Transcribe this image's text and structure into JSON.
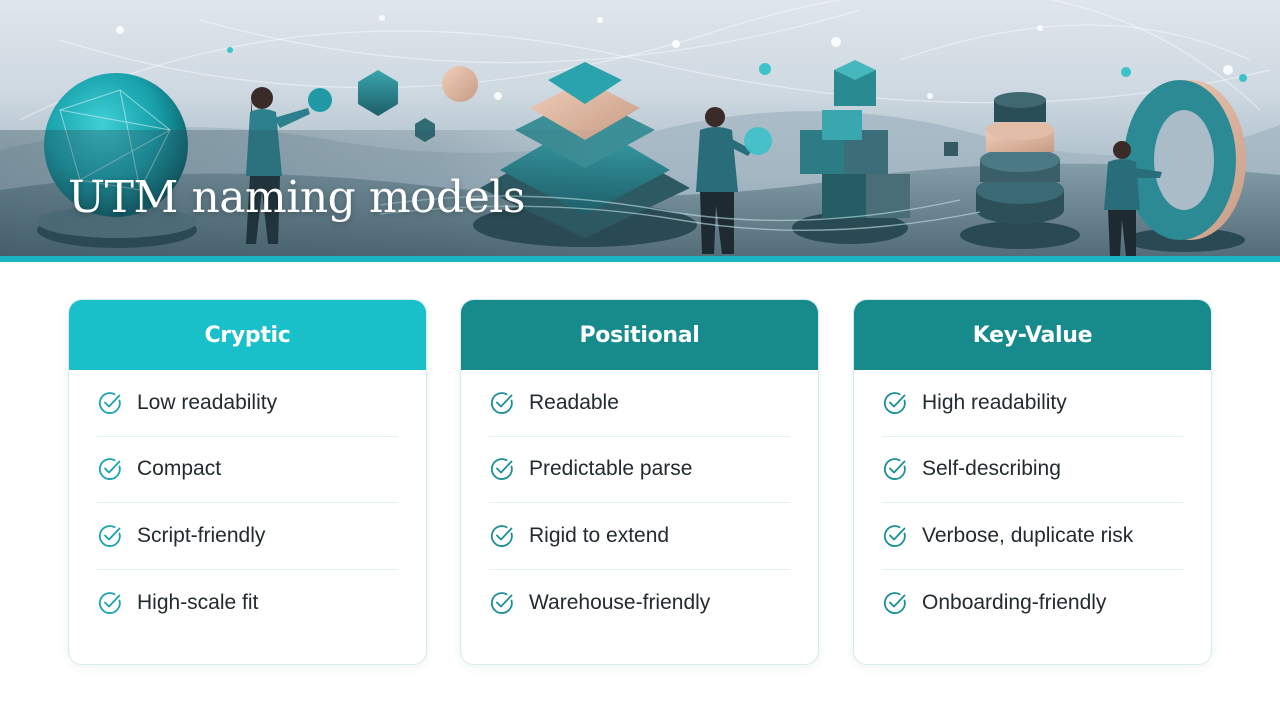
{
  "title": "UTM naming models",
  "colors": {
    "accent_cyan": "#19bfc9",
    "accent_teal": "#178a8c",
    "check": "#1aa3b0",
    "text": "#222b30"
  },
  "icons": {
    "check": "check-circle-icon"
  },
  "cards": [
    {
      "title": "Cryptic",
      "header_color": "#19bfc9",
      "items": [
        "Low readability",
        "Compact",
        "Script-friendly",
        "High-scale fit"
      ]
    },
    {
      "title": "Positional",
      "header_color": "#178a8c",
      "items": [
        "Readable",
        "Predictable parse",
        "Rigid to extend",
        "Warehouse-friendly"
      ]
    },
    {
      "title": "Key-Value",
      "header_color": "#178a8c",
      "items": [
        "High readability",
        "Self-describing",
        "Verbose, duplicate risk",
        "Onboarding-friendly"
      ]
    }
  ]
}
